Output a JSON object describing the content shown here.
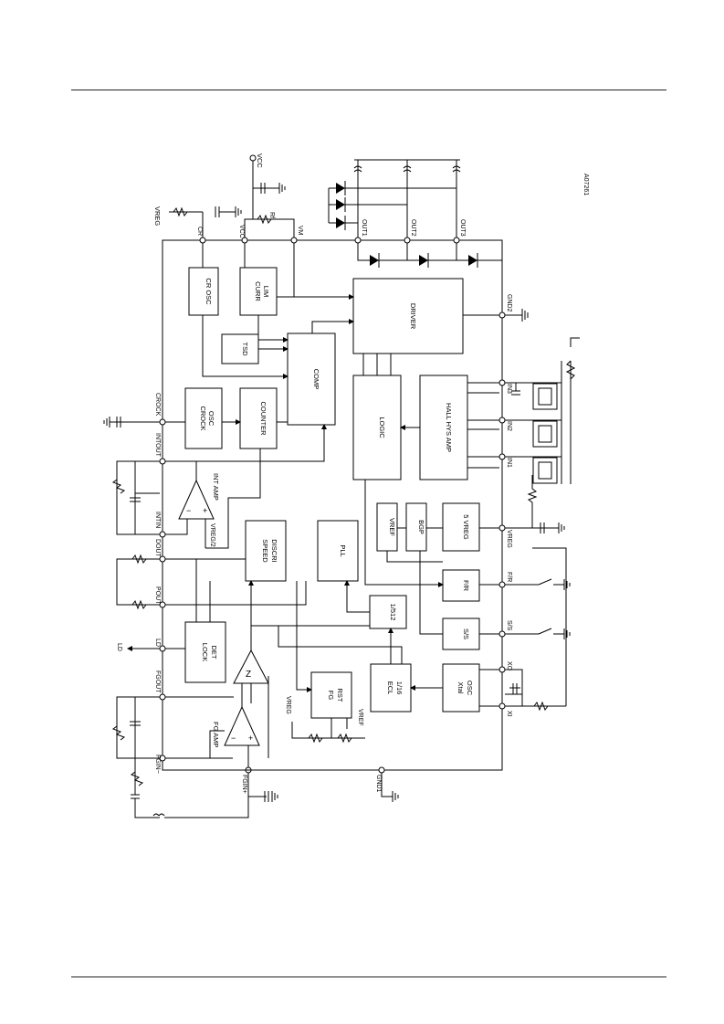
{
  "figure_code": "A07261",
  "blocks": {
    "cr_osc": "CR OSC",
    "curr_lim": [
      "CURR",
      "LIM"
    ],
    "tsd": "TSD",
    "comp": "COMP",
    "driver": "DRIVER",
    "crock_osc": [
      "CROCK",
      "OSC"
    ],
    "counter": "COUNTER",
    "logic": "LOGIC",
    "hall_hys_amp": "HALL HYS AMP",
    "int_amp": "INT AMP",
    "vref_block": "VREF",
    "bgp": "BGP",
    "five_vreg": "5 VREG",
    "speed_discri": [
      "SPEED",
      "DISCRI"
    ],
    "pll": "PLL",
    "div512": "1/512",
    "fr_block": "F/R",
    "ss_block": "S/S",
    "lock_det": [
      "LOCK",
      "DET"
    ],
    "ecl": [
      "ECL",
      "1/16"
    ],
    "xtal_osc": [
      "Xtal",
      "OSC"
    ],
    "fg_amp": "FG AMP",
    "fg_rst": [
      "FG",
      "RST"
    ]
  },
  "pins": {
    "cr": "CR",
    "vcc": "VCC",
    "vm": "VM",
    "out1": "OUT1",
    "out2": "OUT2",
    "out3": "OUT3",
    "gnd2": "GND2",
    "in3": "IN3",
    "in2": "IN2",
    "in1": "IN1",
    "vreg": "VREG",
    "fr": "F/R",
    "ss": "S/S",
    "xo": "XO",
    "xi": "XI",
    "gnd1": "GND1",
    "crock": "CROCK",
    "intout": "INTOUT",
    "intin": "INTIN",
    "dout": "DOUT",
    "pout": "POUT",
    "ld": "LD",
    "fgout": "FGOUT",
    "fgin_minus": "FGIN−",
    "fgin_plus": "FGIN+"
  },
  "external": {
    "vcc_supply": "VCC",
    "vreg_top": "VREG",
    "rf": "Rf",
    "ld_out": "LD",
    "vreg_half": "VREG/2",
    "vreg_fg": "VREG",
    "vref_fg": "VREF"
  }
}
